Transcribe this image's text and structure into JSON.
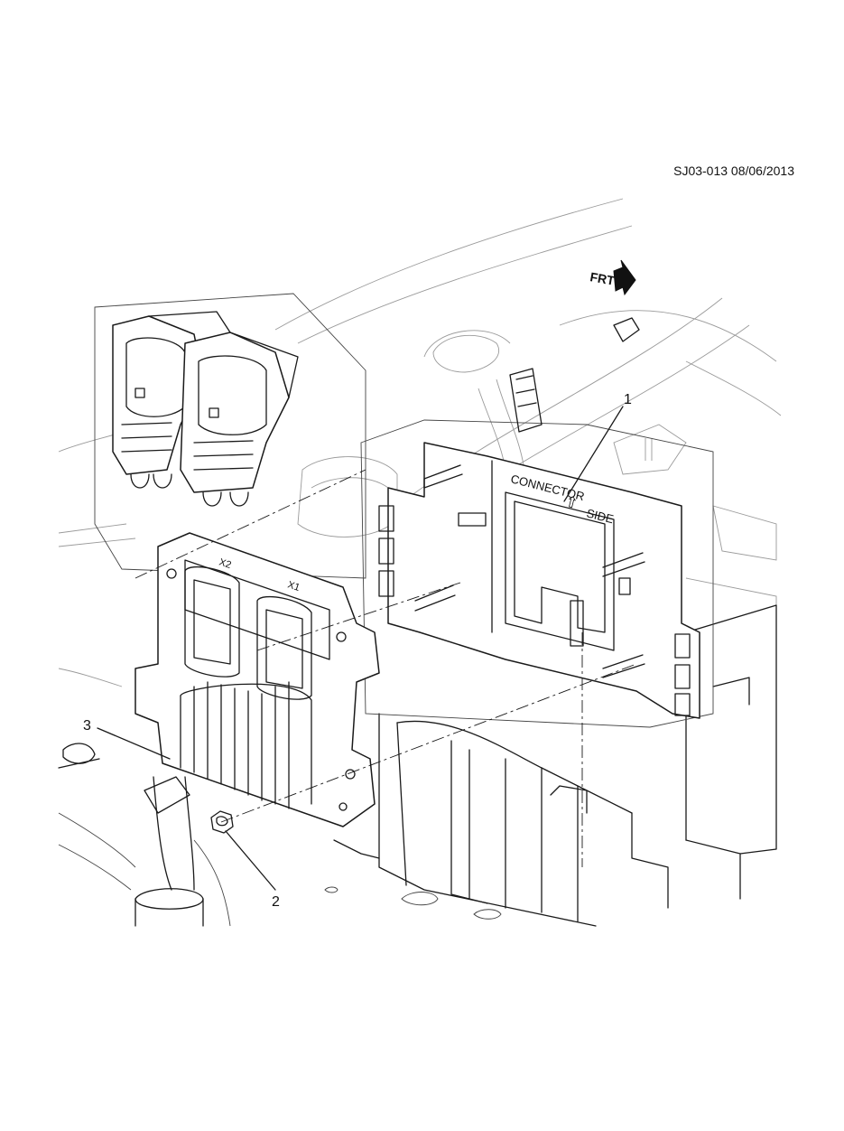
{
  "drawing": {
    "code": "SJ03-013 08/06/2013",
    "direction_label": "FRT",
    "bracket_text_connector": "CONNECTOR",
    "bracket_text_side": "SIDE",
    "arrow_symbol": "⇧",
    "ecm_labels": [
      "X2",
      "X1"
    ]
  },
  "callouts": [
    {
      "label": "1",
      "part": "bracket"
    },
    {
      "label": "2",
      "part": "nut"
    },
    {
      "label": "3",
      "part": "control module"
    }
  ]
}
